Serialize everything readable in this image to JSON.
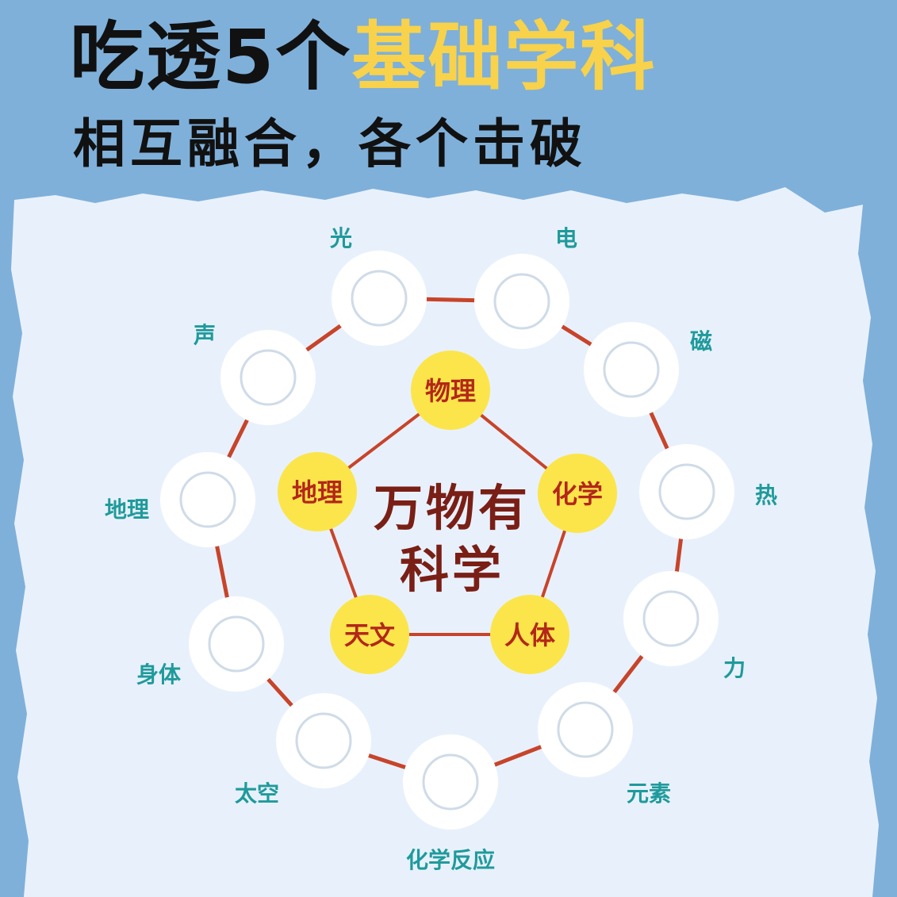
{
  "title": {
    "prefix": "吃透5个",
    "highlight": "基础学科"
  },
  "subtitle": "相互融合，各个击破",
  "center": {
    "line1": "万物有",
    "line2": "科学"
  },
  "subjects": [
    "物理",
    "化学",
    "人体",
    "天文",
    "地理"
  ],
  "topics": [
    "光",
    "电",
    "磁",
    "热",
    "力",
    "元素",
    "化学反应",
    "太空",
    "身体",
    "地理",
    "声"
  ],
  "colors": {
    "sky": "#7fb0da",
    "paper": "#e8f1fb",
    "ring": "#c7442a",
    "subject_fill": "#fbe54a",
    "subject_text": "#b3271a",
    "topic_text": "#1f9a9c",
    "center_text": "#7a1f16",
    "title_highlight": "#f8d24a"
  }
}
